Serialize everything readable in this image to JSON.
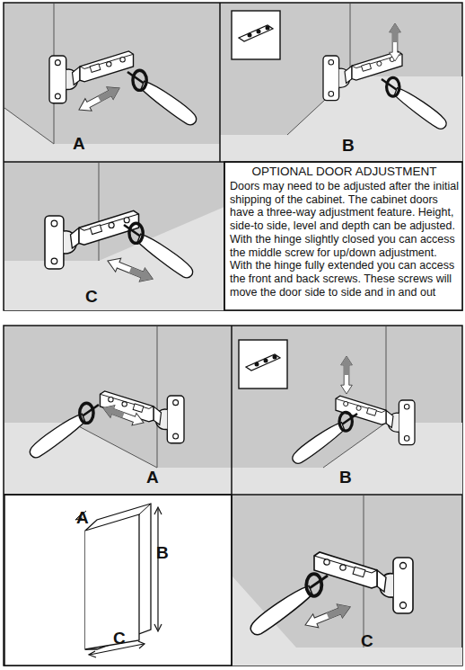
{
  "diagram": {
    "nodes": [
      {
        "text": [
          "OPTIONAL DOOR ADJUSTMENT",
          "Doors may need to be adjusted after the initial shipping of the cabinet. The cabinet doors have a three-way adjustment feature. Height, side-to side, level and depth can be adjusted. With the hinge slightly closed you can access the middle screw for up/down adjustment.",
          "With the hinge fully extended you can access the front and back screws. These screws will move the door side to side and in and out"
        ]
      }
    ],
    "edges": [],
    "labels": [
      "A",
      "B",
      "C",
      "A",
      "B",
      "A",
      "B",
      "C",
      "C"
    ]
  }
}
